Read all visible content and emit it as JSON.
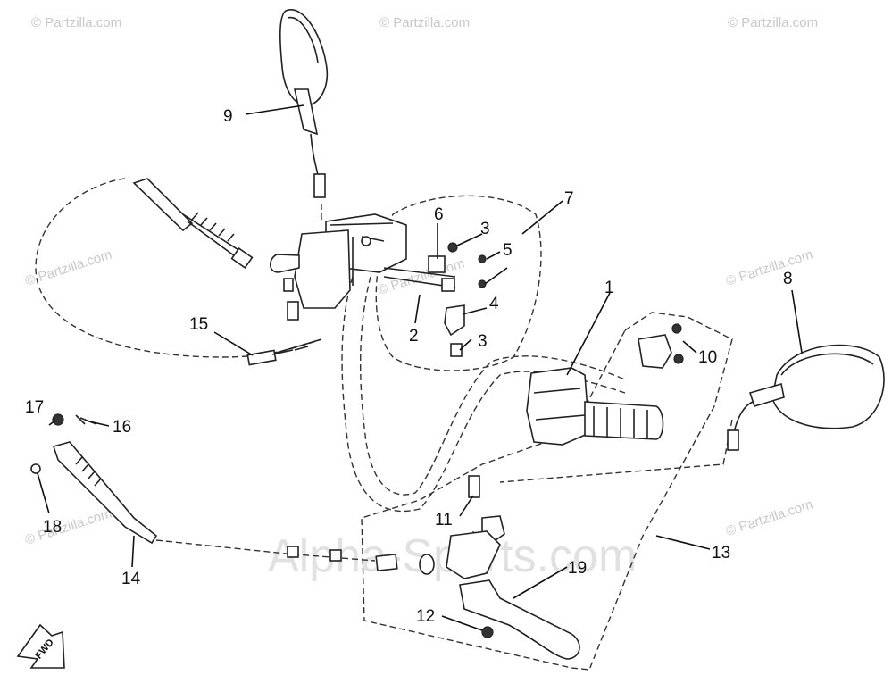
{
  "watermarks": {
    "partzilla": "© Partzilla.com",
    "partzilla_center": "© Partzilla.com",
    "alpha": "Alpha-Sports.com"
  },
  "fwd_label": "FWD",
  "callouts": [
    "1",
    "2",
    "3",
    "3",
    "4",
    "5",
    "6",
    "7",
    "8",
    "9",
    "10",
    "11",
    "12",
    "13",
    "14",
    "15",
    "16",
    "17",
    "18",
    "19"
  ]
}
